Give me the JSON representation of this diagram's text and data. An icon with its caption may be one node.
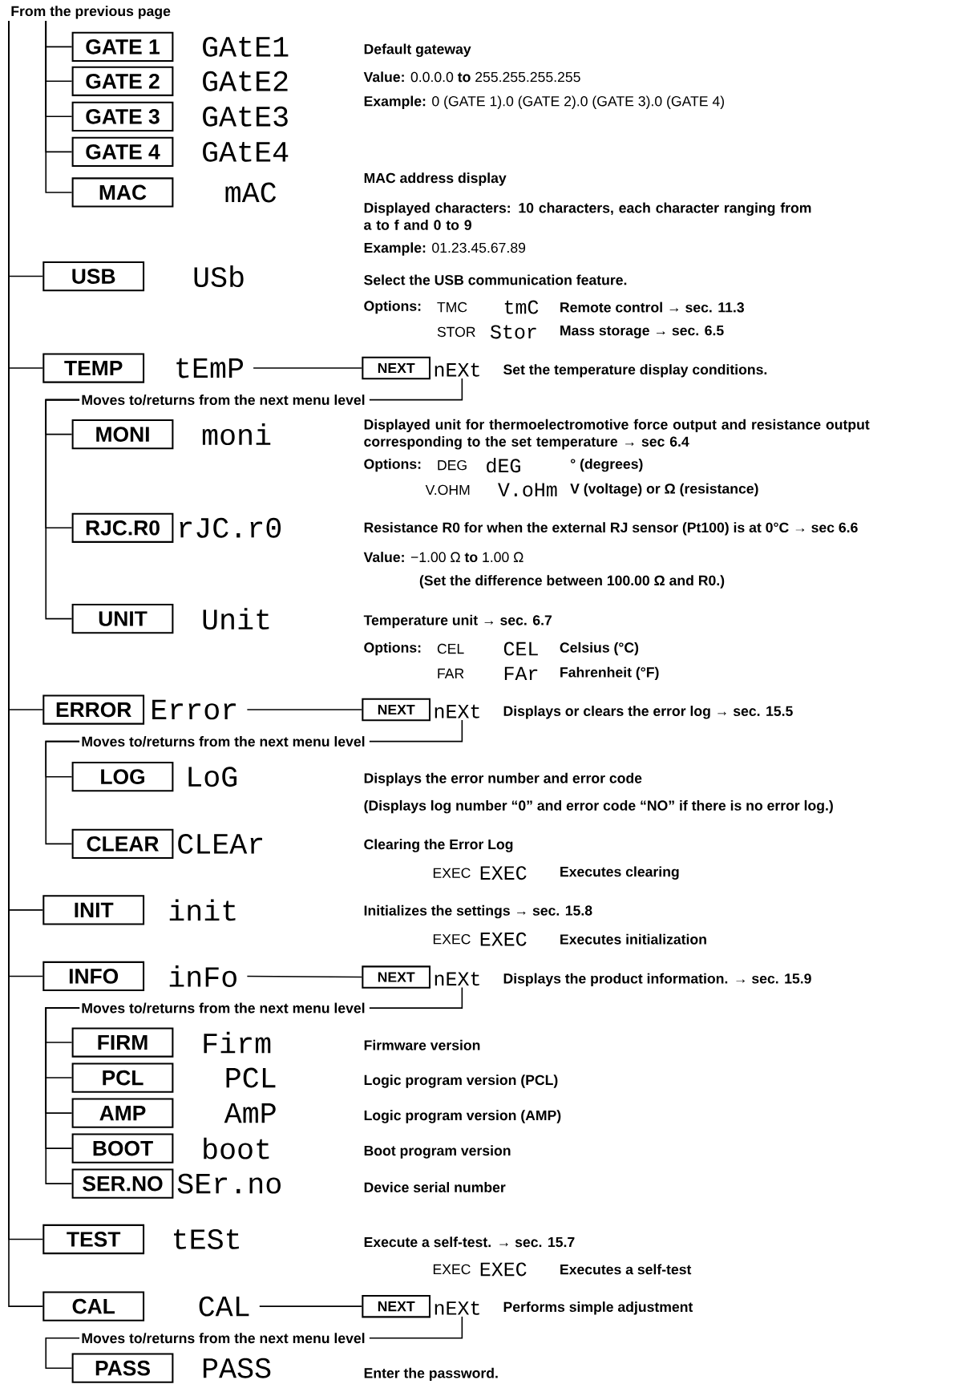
{
  "diagram": {
    "nodes": [
      {
        "text": [
          "From the previous page"
        ]
      },
      {
        "text": [
          "GATE 1"
        ],
        "beside": [
          "GAtE1"
        ]
      },
      {
        "text": [
          "GATE 2"
        ],
        "beside": [
          "GAtE2"
        ]
      },
      {
        "text": [
          "GATE 3"
        ],
        "beside": [
          "GAtE3"
        ]
      },
      {
        "text": [
          "GATE 4"
        ],
        "beside": [
          "GAtE4"
        ]
      },
      {
        "text": [
          "MAC"
        ],
        "beside": [
          "mAC"
        ]
      },
      {
        "text": [
          "USB"
        ],
        "beside": [
          "USb"
        ]
      },
      {
        "text": [
          "TEMP"
        ]
      },
      {
        "text": [
          "tEmP"
        ]
      },
      {
        "text": [
          "NEXT"
        ]
      },
      {
        "text": [
          "nEXt"
        ]
      },
      {
        "text": [
          "Moves to/returns from the next menu level"
        ]
      },
      {
        "text": [
          "MONI"
        ],
        "beside": [
          "moni"
        ]
      },
      {
        "text": [
          "RJC.R0"
        ],
        "beside": [
          "rJC.r0"
        ]
      },
      {
        "text": [
          "UNIT"
        ],
        "beside": [
          "Unit"
        ]
      },
      {
        "text": [
          "ERROR"
        ]
      },
      {
        "text": [
          "Error"
        ]
      },
      {
        "text": [
          "NEXT"
        ]
      },
      {
        "text": [
          "nEXt"
        ]
      },
      {
        "text": [
          "Moves to/returns from the next menu level"
        ]
      },
      {
        "text": [
          "LOG"
        ],
        "beside": [
          "LoG"
        ]
      },
      {
        "text": [
          "CLEAR"
        ],
        "beside": [
          "CLEAr"
        ]
      },
      {
        "text": [
          "INIT"
        ],
        "beside": [
          "init"
        ]
      },
      {
        "text": [
          "INFO"
        ]
      },
      {
        "text": [
          "inFo"
        ]
      },
      {
        "text": [
          "NEXT"
        ]
      },
      {
        "text": [
          "nEXt"
        ]
      },
      {
        "text": [
          "Moves to/returns from the next menu level"
        ]
      },
      {
        "text": [
          "FIRM"
        ],
        "beside": [
          "Firm"
        ]
      },
      {
        "text": [
          "PCL"
        ],
        "beside": [
          "PCL"
        ]
      },
      {
        "text": [
          "AMP"
        ],
        "beside": [
          "AmP"
        ]
      },
      {
        "text": [
          "BOOT"
        ],
        "beside": [
          "boot"
        ]
      },
      {
        "text": [
          "SER.NO"
        ],
        "beside": [
          "SEr.no"
        ]
      },
      {
        "text": [
          "TEST"
        ],
        "beside": [
          "tESt"
        ]
      },
      {
        "text": [
          "CAL"
        ]
      },
      {
        "text": [
          "CAL"
        ]
      },
      {
        "text": [
          "NEXT"
        ]
      },
      {
        "text": [
          "nEXt"
        ]
      },
      {
        "text": [
          "Moves to/returns from the next menu level"
        ]
      },
      {
        "text": [
          "PASS"
        ],
        "beside": [
          "PASS"
        ]
      }
    ],
    "edges": [
      {
        "from": 0,
        "to": 1,
        "arrow": "none"
      },
      {
        "from": 0,
        "to": 2,
        "arrow": "none"
      },
      {
        "from": 0,
        "to": 3,
        "arrow": "none"
      },
      {
        "from": 0,
        "to": 4,
        "arrow": "none"
      },
      {
        "from": 0,
        "to": 5,
        "arrow": "none"
      },
      {
        "from": 0,
        "to": 6,
        "arrow": "none"
      },
      {
        "from": 0,
        "to": 7,
        "arrow": "none"
      },
      {
        "from": 8,
        "to": 9,
        "arrow": "none"
      },
      {
        "from": 10,
        "to": 11,
        "arrow": "none"
      },
      {
        "from": 11,
        "to": 12,
        "arrow": "none"
      },
      {
        "from": 11,
        "to": 13,
        "arrow": "none"
      },
      {
        "from": 11,
        "to": 14,
        "arrow": "none"
      },
      {
        "from": 0,
        "to": 15,
        "arrow": "none"
      },
      {
        "from": 16,
        "to": 17,
        "arrow": "none"
      },
      {
        "from": 18,
        "to": 19,
        "arrow": "none"
      },
      {
        "from": 19,
        "to": 20,
        "arrow": "none"
      },
      {
        "from": 19,
        "to": 21,
        "arrow": "none"
      },
      {
        "from": 0,
        "to": 22,
        "arrow": "none"
      },
      {
        "from": 0,
        "to": 23,
        "arrow": "none"
      },
      {
        "from": 24,
        "to": 25,
        "arrow": "none"
      },
      {
        "from": 26,
        "to": 27,
        "arrow": "none"
      },
      {
        "from": 27,
        "to": 28,
        "arrow": "none"
      },
      {
        "from": 27,
        "to": 29,
        "arrow": "none"
      },
      {
        "from": 27,
        "to": 30,
        "arrow": "none"
      },
      {
        "from": 27,
        "to": 31,
        "arrow": "none"
      },
      {
        "from": 27,
        "to": 32,
        "arrow": "none"
      },
      {
        "from": 0,
        "to": 33,
        "arrow": "none"
      },
      {
        "from": 0,
        "to": 34,
        "arrow": "none"
      },
      {
        "from": 35,
        "to": 36,
        "arrow": "none"
      },
      {
        "from": 37,
        "to": 38,
        "arrow": "none"
      },
      {
        "from": 38,
        "to": 39,
        "arrow": "none"
      }
    ],
    "labels": [
      "Default gateway",
      "**Value:** 0.0.0.0 **to** 255.255.255.255",
      "**Example:** 0 (GATE 1).0 (GATE 2).0 (GATE 3).0 (GATE 4)",
      "MAC address display",
      "Displayed characters: 10 characters, each character ranging from a to f and 0 to 9",
      "**Example:** 01.23.45.67.89",
      "Select the USB communication feature.",
      "Options:",
      "TMC",
      "tmC",
      "Remote control → sec. 11.3",
      "STOR",
      "Stor",
      "Mass storage → sec. 6.5",
      "Set the temperature display conditions.",
      "Displayed unit for thermoelectromotive force output and resistance output corresponding to the set temperature → sec 6.4",
      "Options:",
      "DEG",
      "dEG",
      "° (degrees)",
      "V.OHM",
      "V.oHm",
      "V (voltage) or Ω (resistance)",
      "Resistance R0 for when the external RJ sensor (Pt100) is at 0°C → sec 6.6",
      "**Value:** −1.00 Ω **to** 1.00 Ω",
      "(Set the difference between 100.00 Ω and R0.)",
      "Temperature unit → sec. 6.7",
      "Options:",
      "CEL",
      "CEL",
      "Celsius (°C)",
      "FAR",
      "FAr",
      "Fahrenheit (°F)",
      "Displays or clears the error log → sec. 15.5",
      "Displays the error number and error code",
      "(Displays log number “0” and error code “NO” if there is no error log.)",
      "Clearing the Error Log",
      "EXEC",
      "EXEC",
      "Executes clearing",
      "Initializes the settings → sec. 15.8",
      "EXEC",
      "EXEC",
      "Executes initialization",
      "Displays the product information. → sec. 15.9",
      "Firmware version",
      "Logic program version (PCL)",
      "Logic program version (AMP)",
      "Boot program version",
      "Device serial number",
      "Execute a self-test. → sec. 15.7",
      "EXEC",
      "EXEC",
      "Executes a self-test",
      "Performs simple adjustment",
      "Enter the password."
    ]
  }
}
